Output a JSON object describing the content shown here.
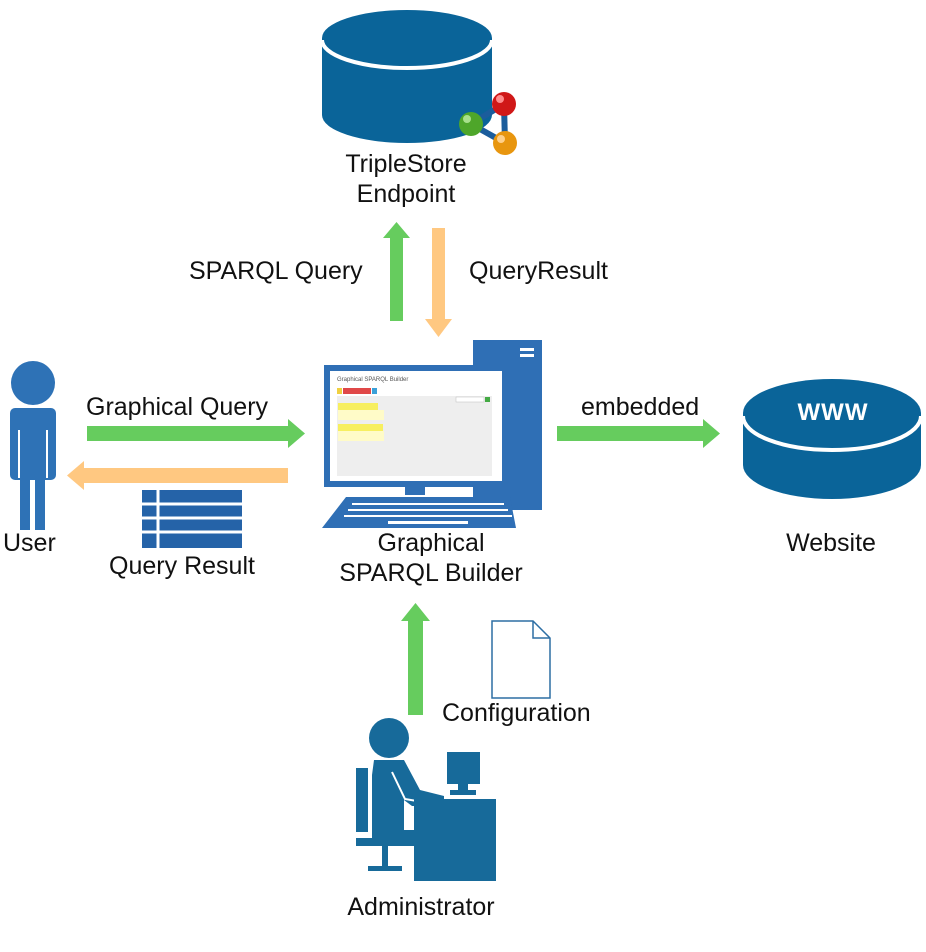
{
  "nodes": {
    "triplestore": {
      "line1": "TripleStore",
      "line2": "Endpoint"
    },
    "user": {
      "label": "User"
    },
    "builder": {
      "line1": "Graphical",
      "line2": "SPARQL Builder",
      "screen_title": "Graphical SPARQL Builder"
    },
    "website": {
      "label": "Website",
      "badge": "WWW"
    },
    "administrator": {
      "label": "Administrator"
    }
  },
  "edges": {
    "sparql_query": {
      "label": "SPARQL Query",
      "color": "#66cc5e"
    },
    "query_result_store": {
      "label": "QueryResult",
      "color": "#ffc881"
    },
    "graphical_query": {
      "label": "Graphical Query",
      "color": "#66cc5e"
    },
    "query_result_user": {
      "label": "Query Result",
      "color": "#ffc881"
    },
    "embedded": {
      "label": "embedded",
      "color": "#66cc5e"
    },
    "configuration": {
      "label": "Configuration",
      "color": "#66cc5e"
    }
  },
  "colors": {
    "database_blue": "#0a6499",
    "computer_blue": "#2f6fb5",
    "person_blue": "#2e72b6",
    "admin_blue": "#176a9a",
    "table_blue": "#2563a8",
    "node_red": "#d01818",
    "node_green": "#4ea62a",
    "node_orange": "#e8960f"
  },
  "icons": [
    "database-icon",
    "rdf-graph-icon",
    "person-icon",
    "table-icon",
    "computer-icon",
    "website-database-icon",
    "document-icon",
    "administrator-icon"
  ]
}
